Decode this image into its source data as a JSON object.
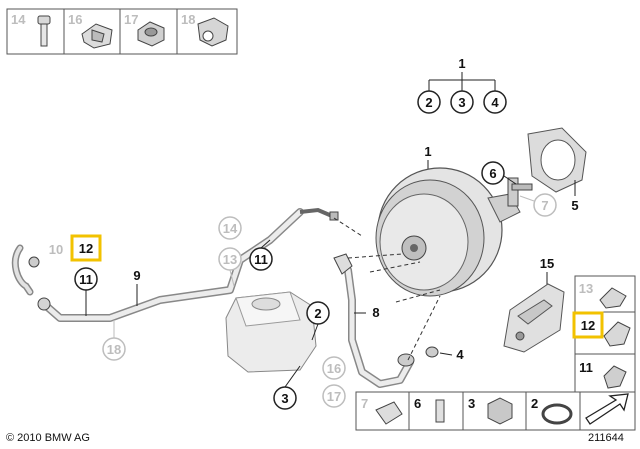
{
  "diagram": {
    "copyright": "© 2010 BMW AG",
    "diagram_number": "211644",
    "highlight_color": "#f2c200",
    "top_strip_labels": [
      "14",
      "16",
      "17",
      "18"
    ],
    "bottom_strip_labels": [
      "7",
      "6",
      "3",
      "2"
    ],
    "labels": {
      "tree_root": "1",
      "tree_a": "2",
      "tree_b": "3",
      "tree_c": "4",
      "booster": "1",
      "gasket_part": "5",
      "bolt_part": "6",
      "bolt_alt": "7",
      "hose_part": "9",
      "hose_grey": "10",
      "hose_clip": "12",
      "hose_clip2": "11",
      "hose_lower": "18",
      "pipe_a": "14",
      "pipe_b": "13",
      "pipe_c": "11",
      "vac_2": "2",
      "vac_8": "8",
      "vac_4": "4",
      "res_3": "3",
      "res_16": "16",
      "res_17": "17",
      "bracket_15": "15",
      "side_13": "13",
      "side_12": "12",
      "side_11": "11"
    }
  }
}
